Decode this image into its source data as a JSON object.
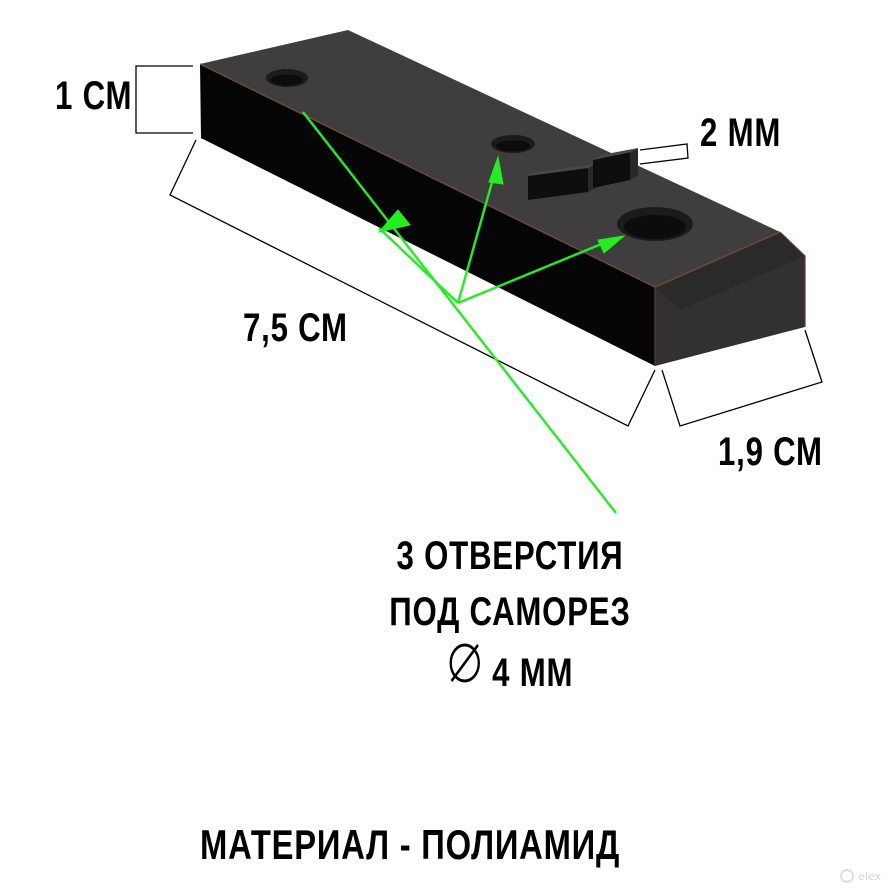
{
  "dimensions": {
    "height": "1 СМ",
    "length": "7,5 СМ",
    "width": "1,9 СМ",
    "step": "2 ММ"
  },
  "holes": {
    "line1": "3 ОТВЕРСТИЯ",
    "line2": "ПОД САМОРЕЗ",
    "diameter": "4 ММ"
  },
  "material": "МАТЕРИАЛ - ПОЛИАМИД",
  "watermark": "elex",
  "colors": {
    "body_top": "#3f3d3e",
    "body_front": "#050505",
    "body_end": "#323031",
    "arrow_green": "#22ee22",
    "edge_highlight": "#6a4a3c"
  }
}
